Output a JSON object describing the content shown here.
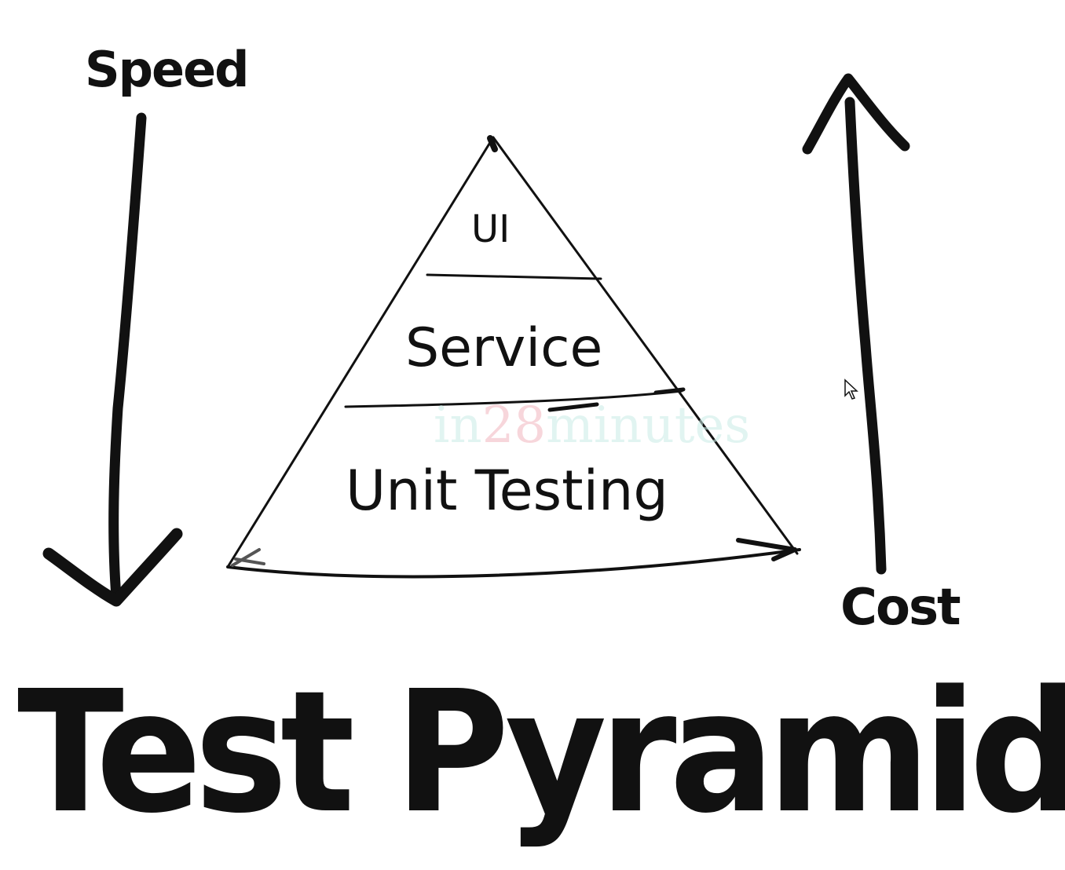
{
  "diagram": {
    "speed_label": "Speed",
    "cost_label": "Cost",
    "tiers": {
      "top": "UI",
      "middle": "Service",
      "bottom": "Unit Testing"
    },
    "watermark": {
      "prefix": "in",
      "number": "28",
      "suffix": "minutes"
    },
    "title": "Test Pyramid"
  }
}
